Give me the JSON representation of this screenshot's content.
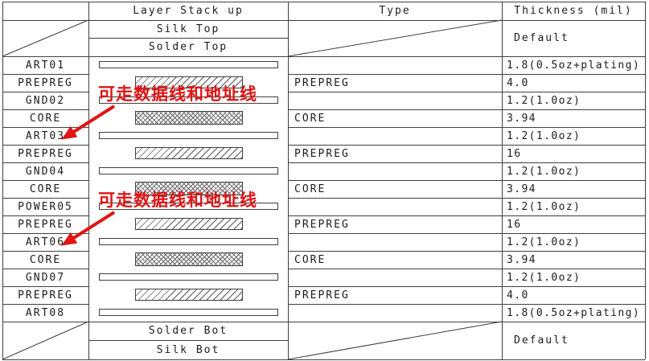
{
  "columns": {
    "stackup": "Layer Stack up",
    "type": "Type",
    "thickness": "Thickness (mil)"
  },
  "top_section": {
    "silk": "Silk Top",
    "solder": "Solder Top",
    "thickness": "Default"
  },
  "bottom_section": {
    "solder": "Solder Bot",
    "silk": "Silk Bot",
    "thickness": "Default"
  },
  "layers": [
    {
      "name": "ART01",
      "kind": "copper",
      "type": "",
      "thickness": "1.8(0.5oz+plating)"
    },
    {
      "name": "PREPREG",
      "kind": "prepreg",
      "type": "PREPREG",
      "thickness": "4.0"
    },
    {
      "name": "GND02",
      "kind": "copper",
      "type": "",
      "thickness": "1.2(1.0oz)"
    },
    {
      "name": "CORE",
      "kind": "core",
      "type": "CORE",
      "thickness": "3.94"
    },
    {
      "name": "ART03",
      "kind": "copper",
      "type": "",
      "thickness": "1.2(1.0oz)"
    },
    {
      "name": "PREPREG",
      "kind": "prepreg",
      "type": "PREPREG",
      "thickness": "16"
    },
    {
      "name": "GND04",
      "kind": "copper",
      "type": "",
      "thickness": "1.2(1.0oz)"
    },
    {
      "name": "CORE",
      "kind": "core",
      "type": "CORE",
      "thickness": "3.94"
    },
    {
      "name": "POWER05",
      "kind": "copper",
      "type": "",
      "thickness": "1.2(1.0oz)"
    },
    {
      "name": "PREPREG",
      "kind": "prepreg",
      "type": "PREPREG",
      "thickness": "16"
    },
    {
      "name": "ART06",
      "kind": "copper",
      "type": "",
      "thickness": "1.2(1.0oz)"
    },
    {
      "name": "CORE",
      "kind": "core",
      "type": "CORE",
      "thickness": "3.94"
    },
    {
      "name": "GND07",
      "kind": "copper",
      "type": "",
      "thickness": "1.2(1.0oz)"
    },
    {
      "name": "PREPREG",
      "kind": "prepreg",
      "type": "PREPREG",
      "thickness": "4.0"
    },
    {
      "name": "ART08",
      "kind": "copper",
      "type": "",
      "thickness": "1.8(0.5oz+plating)"
    }
  ],
  "annotations": [
    {
      "text": "可走数据线和地址线",
      "points_to": "ART03",
      "text_row": 2,
      "target_row": 4
    },
    {
      "text": "可走数据线和地址线",
      "points_to": "ART06",
      "text_row": 8,
      "target_row": 10
    }
  ],
  "colors": {
    "line": "#3f3f3f",
    "text": "#1c1c1c",
    "annotation_red": "#e01414",
    "background": "#ffffff"
  }
}
